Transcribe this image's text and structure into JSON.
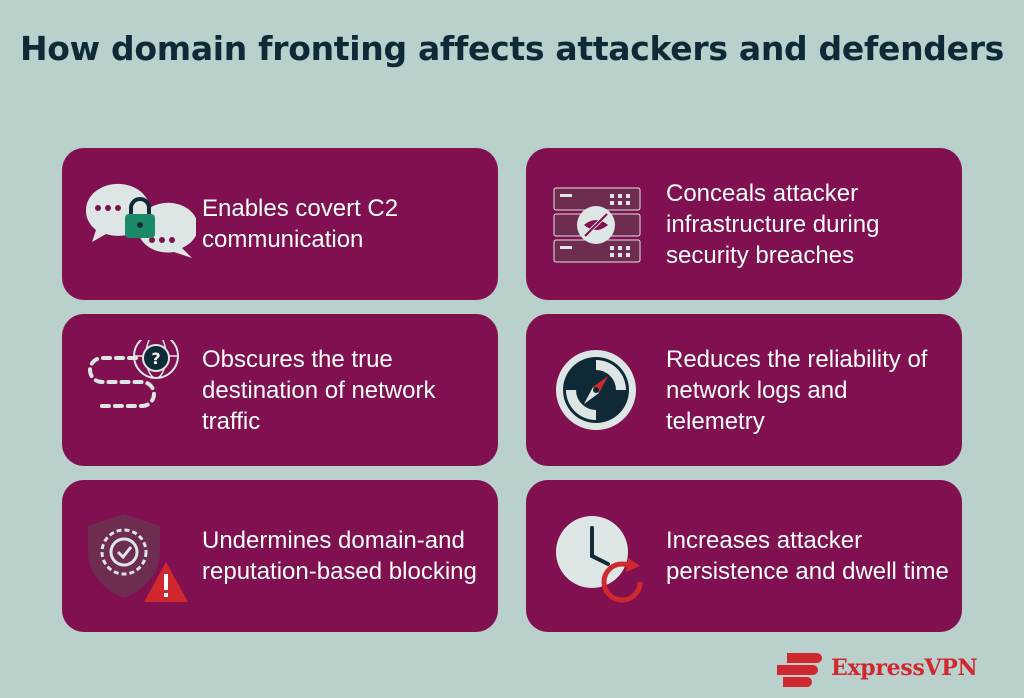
{
  "title": "How domain fronting affects attackers and defenders",
  "cards": [
    {
      "label": "Enables covert C2 communication",
      "icon": "chat-bubbles-lock-icon"
    },
    {
      "label": "Conceals attacker infrastructure during security breaches",
      "icon": "server-hidden-eye-icon"
    },
    {
      "label": "Obscures the true destination of network traffic",
      "icon": "globe-question-path-icon"
    },
    {
      "label": "Reduces the reliability of network logs and telemetry",
      "icon": "compass-icon"
    },
    {
      "label": "Undermines domain-and reputation-based blocking",
      "icon": "shield-warning-icon"
    },
    {
      "label": "Increases attacker persistence and dwell time",
      "icon": "clock-refresh-icon"
    }
  ],
  "brand": {
    "name": "ExpressVPN",
    "logo_icon": "expressvpn-logo-icon"
  },
  "colors": {
    "background": "#b9d0cd",
    "card": "#80104f",
    "title": "#0f2a36",
    "brand": "#d0282f"
  }
}
